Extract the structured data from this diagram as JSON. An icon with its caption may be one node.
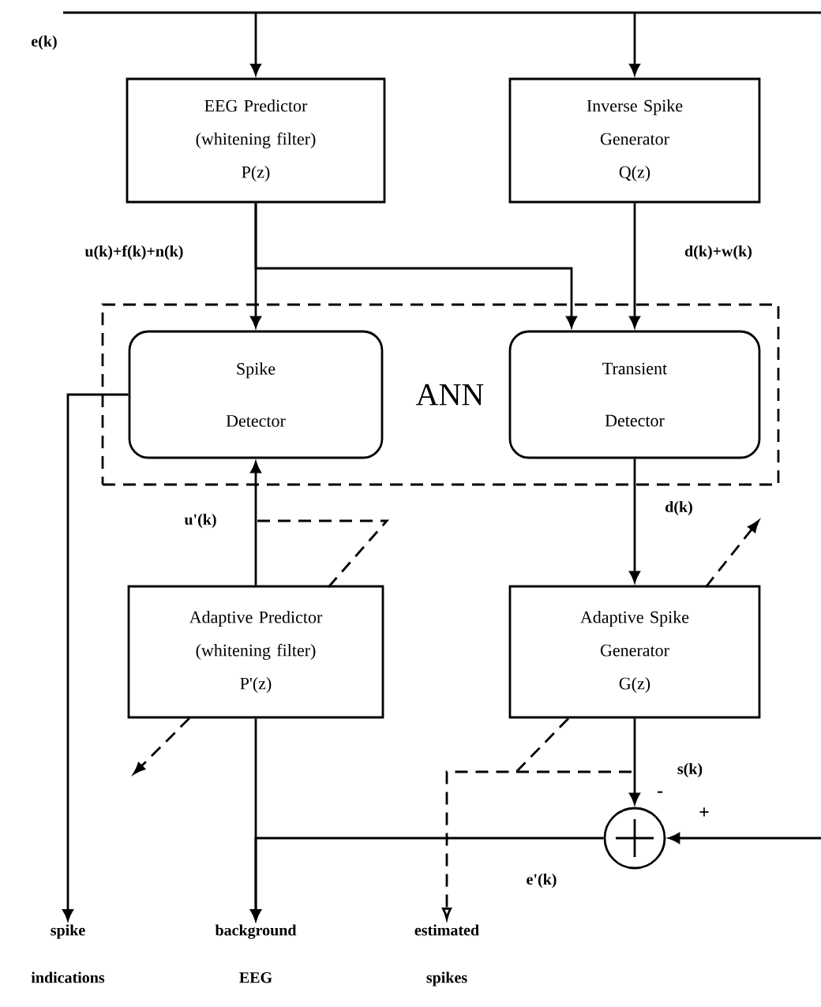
{
  "diagram": {
    "nodes": [
      {
        "text": [
          "EEG Predictor (whitening filter)",
          "P(z)"
        ]
      },
      {
        "text": [
          "Inverse Spike Generator",
          "Q(z)"
        ]
      },
      {
        "text": [
          "ANN"
        ]
      },
      {
        "text": [
          "Spike Detector"
        ],
        "in": 2
      },
      {
        "text": [
          "Transient Detector"
        ],
        "in": 2
      },
      {
        "text": [
          "Adaptive Predictor (whitening filter)",
          "P'(z)"
        ]
      },
      {
        "text": [
          "Adaptive Spike Generator",
          "G(z)"
        ]
      },
      {
        "text": [],
        "shape": "circle",
        "beside": [
          "-",
          "+"
        ]
      },
      {
        "text": [
          "spike indications"
        ]
      },
      {
        "text": [
          "background EEG"
        ]
      },
      {
        "text": [
          "estimated spikes"
        ]
      }
    ],
    "edges": [
      {
        "from": null,
        "to": 0,
        "arrow": "to"
      },
      {
        "from": null,
        "to": 1,
        "arrow": "to"
      },
      {
        "from": 0,
        "to": 3,
        "arrow": "to",
        "label": "u(k)+f(k)+n(k)"
      },
      {
        "from": 0,
        "to": 4,
        "arrow": "to"
      },
      {
        "from": 1,
        "to": 4,
        "arrow": "to",
        "label": "d(k)+w(k)"
      },
      {
        "from": 3,
        "to": 8,
        "arrow": "to"
      },
      {
        "from": 5,
        "to": 3,
        "arrow": "to",
        "label": "u'(k)"
      },
      {
        "from": 4,
        "to": 6,
        "arrow": "to",
        "label": "d(k)"
      },
      {
        "from": 6,
        "to": 7,
        "arrow": "to",
        "label": "s(k)"
      },
      {
        "from": null,
        "to": 7,
        "arrow": "to"
      },
      {
        "from": 5,
        "to": 9,
        "arrow": "to"
      },
      {
        "from": 7,
        "to": 9,
        "arrow": "to",
        "label": "e'(k)"
      },
      {
        "from": 6,
        "to": 10,
        "arrow": "to",
        "style": "dashed"
      }
    ],
    "labels": [
      "e(k)"
    ]
  }
}
